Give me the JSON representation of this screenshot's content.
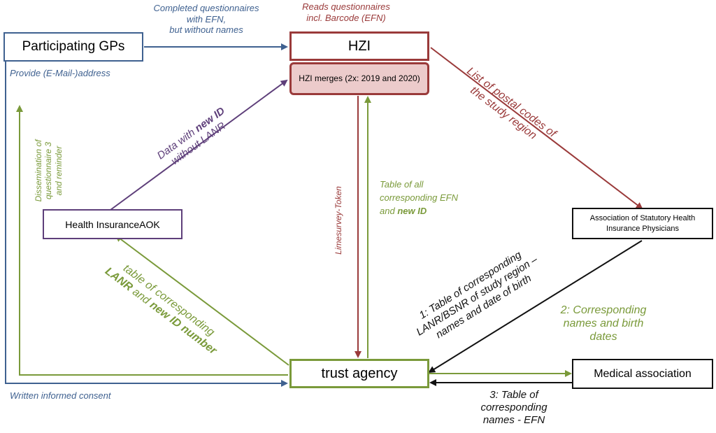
{
  "nodes": {
    "gps": "Participating GPs",
    "hzi": "HZI",
    "hzi_merges": "HZI merges (2x: 2019  and 2020)",
    "aok": "Health InsuranceAOK",
    "kv": "Association of Statutory Health Insurance Physicians",
    "trust": "trust agency",
    "medical": "Medical association"
  },
  "labels": {
    "gps_to_hzi_l1": "Completed questionnaires",
    "gps_to_hzi_l2": "with EFN,",
    "gps_to_hzi_l3": "but without names",
    "hzi_reads_l1": "Reads questionnaires",
    "hzi_reads_l2": "incl. Barcode (EFN)",
    "provide_address": "Provide (E-Mail-)address",
    "dissemination_l1": "Dissemination of",
    "dissemination_l2": "questionnaire 3",
    "dissemination_l3": "and reminder",
    "aok_to_hzi_l1_pre": "Data with ",
    "aok_to_hzi_l1_bold": "new ID",
    "aok_to_hzi_l2": "without LANR",
    "postal_l1": "List of postal codes of",
    "postal_l2": "the study region",
    "limesurvey": "Limesurvey-Token",
    "table_efn_l1": "Table of all",
    "table_efn_l2": "corresponding EFN",
    "table_efn_l3_pre": "and ",
    "table_efn_l3_bold": "new ID",
    "lanr_l1": "table of corresponding",
    "lanr_l2_bold1": "LANR",
    "lanr_l2_mid": " and ",
    "lanr_l2_bold2": "new ID number",
    "kv_table_l1": "1: Table of corresponding",
    "kv_table_l2": "LANR/BSNR of study region –",
    "kv_table_l3": "names and date of birth",
    "corr_names_l1": "2: Corresponding",
    "corr_names_l2": "names and birth",
    "corr_names_l3": "dates",
    "table3_l1": "3: Table of",
    "table3_l2": "corresponding",
    "table3_l3": "names - EFN",
    "written_consent": "Written informed consent"
  },
  "colors": {
    "blue": "#3f6190",
    "red": "#9a3a3a",
    "green": "#7a9a3a",
    "purple": "#5e3f7a",
    "black": "#111111",
    "merge_fill": "#eccbcb"
  }
}
